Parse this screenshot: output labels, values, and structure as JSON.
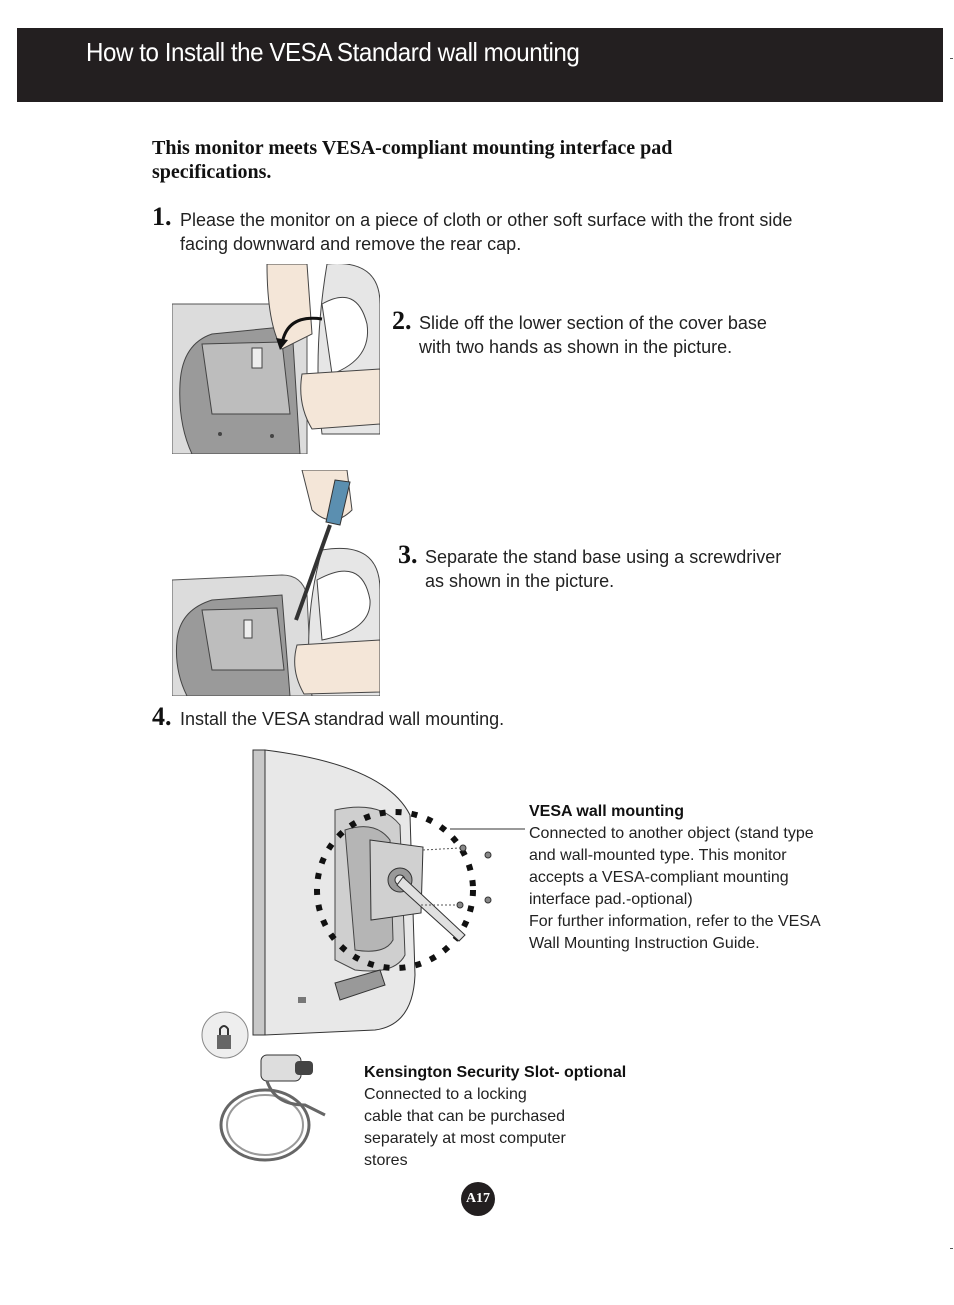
{
  "header": {
    "title": "How to Install the VESA Standard wall mounting"
  },
  "intro": "This monitor meets VESA-compliant mounting interface pad specifications.",
  "steps": [
    {
      "number": "1.",
      "text": "Please the monitor on a piece of cloth or other soft surface with the front side facing downward and remove the rear cap."
    },
    {
      "number": "2.",
      "text": "Slide off the lower section of the cover base with two hands as shown in the picture."
    },
    {
      "number": "3.",
      "text": "Separate the stand base using a screwdriver as shown in the picture."
    },
    {
      "number": "4.",
      "text": "Install the VESA standrad wall mounting."
    }
  ],
  "callouts": {
    "vesa": {
      "title": "VESA wall mounting",
      "body": "Connected to another object (stand type\nand wall-mounted type. This monitor\naccepts a VESA-compliant mounting\ninterface pad.-optional)\nFor further information, refer to the VESA\nWall Mounting Instruction Guide."
    },
    "kensington": {
      "title": "Kensington Security Slot- optional",
      "body": "Connected to a locking\ncable that can be purchased\nseparately at most computer\nstores"
    }
  },
  "page_number": "A17"
}
